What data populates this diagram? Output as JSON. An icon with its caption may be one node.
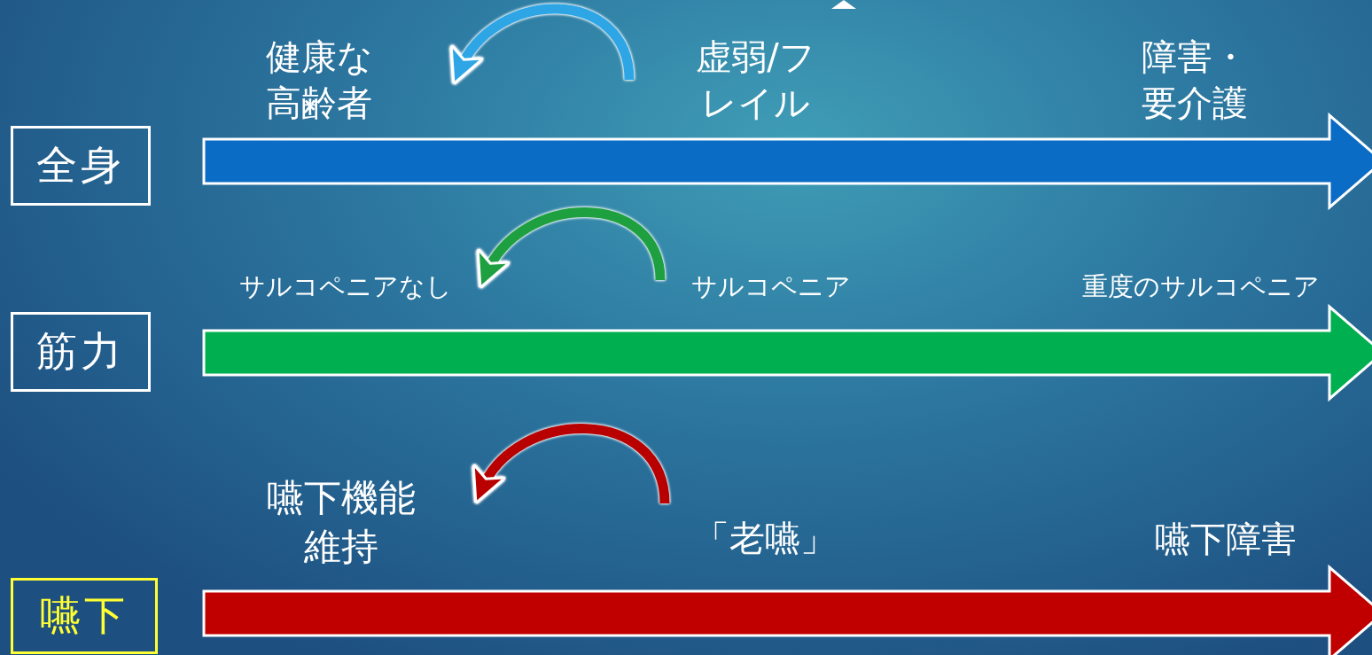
{
  "diagram": {
    "nodes": [
      {
        "text": [
          "健康な高齢者"
        ]
      },
      {
        "text": [
          "虚弱/フレイル"
        ]
      },
      {
        "text": [
          "障害・要介護"
        ]
      },
      {
        "text": [
          "全身"
        ]
      },
      {
        "text": [
          "サルコペニアなし"
        ]
      },
      {
        "text": [
          "サルコペニア"
        ]
      },
      {
        "text": [
          "重度のサルコペニア"
        ]
      },
      {
        "text": [
          "筋力"
        ]
      },
      {
        "text": [
          "嚥下機能維持"
        ]
      },
      {
        "text": [
          "「老嚥」"
        ]
      },
      {
        "text": [
          "嚥下障害"
        ]
      },
      {
        "text": [
          "嚥下"
        ]
      }
    ],
    "edges": [
      {
        "from": 1,
        "to": 0,
        "arrow": "to",
        "color": "#2ea6e6"
      },
      {
        "from": 5,
        "to": 4,
        "arrow": "to",
        "color": "#1fa040"
      },
      {
        "from": 9,
        "to": 8,
        "arrow": "to",
        "color": "#b80000"
      }
    ]
  }
}
